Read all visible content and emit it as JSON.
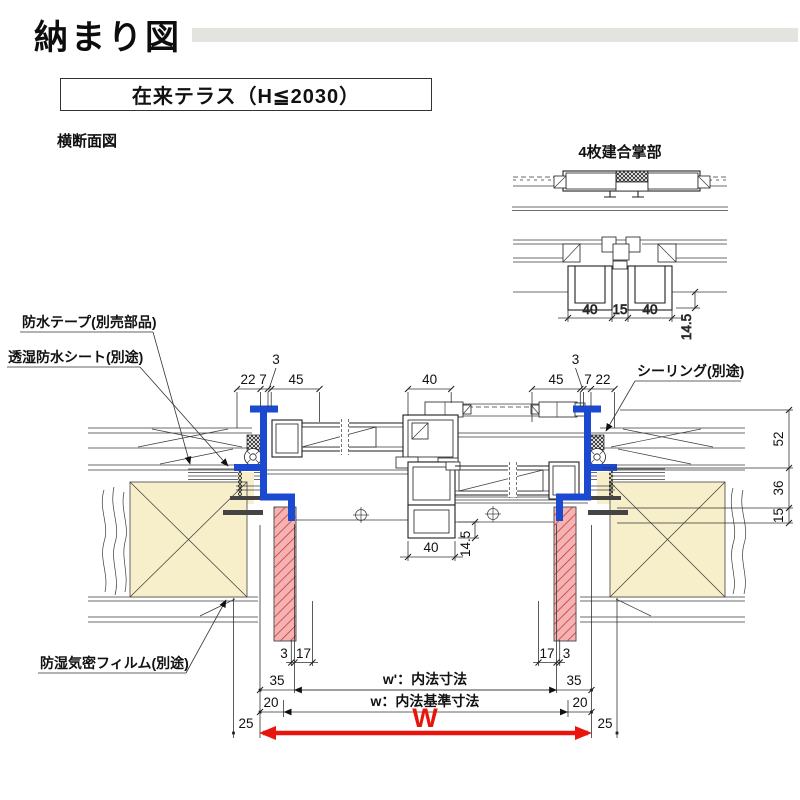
{
  "header": {
    "title": "納まり図",
    "series": "在来テラス（H≦2030）",
    "view_label": "横断面図"
  },
  "detail_view": {
    "title": "4枚建合掌部",
    "dim_left": "40",
    "dim_center": "15",
    "dim_right": "40",
    "dim_depth": "14.5"
  },
  "callouts": {
    "waterproof_tape": "防水テープ(別売部品)",
    "breathable_sheet": "透湿防水シート(別途)",
    "sealing": "シーリング(別途)",
    "vapor_barrier_film": "防湿気密フィルム(別途)"
  },
  "dims": {
    "top": {
      "fin_left": "3",
      "left_22": "22",
      "left_7": "7",
      "left_45": "45",
      "center_40": "40",
      "right_45": "45",
      "right_7": "7",
      "right_22": "22",
      "fin_right": "3"
    },
    "right_side": {
      "d52": "52",
      "d36": "36",
      "d15": "15"
    },
    "center": {
      "rail_width": "40",
      "rail_depth": "14.5"
    },
    "bottom": {
      "left_3": "3",
      "left_17": "17",
      "right_17": "17",
      "right_3": "3",
      "left_35": "35",
      "right_35": "35",
      "left_20": "20",
      "right_20": "20",
      "left_25": "25",
      "right_25": "25",
      "inner_label": "w'：内法寸法",
      "base_label": "w：内法基準寸法",
      "overall_label": "W"
    }
  },
  "colors": {
    "frame_blue": "#1b49d0",
    "hatch_pink": "#f5b2b2",
    "hatch_red": "#c9393c",
    "wood_cream": "#f7efc9",
    "arrow_red": "#e8150d",
    "header_bar": "#e3e3e0",
    "ink": "#1f1f1f"
  }
}
